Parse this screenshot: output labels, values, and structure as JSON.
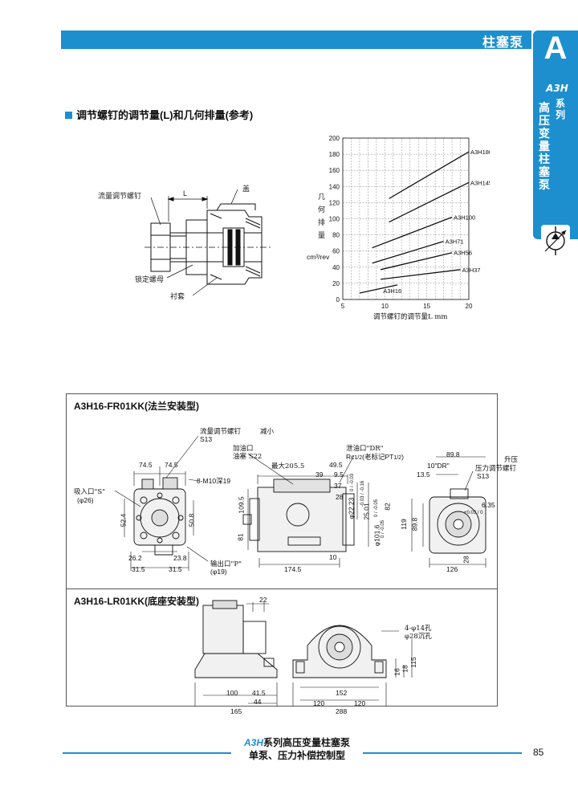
{
  "header": {
    "title": "柱塞泵",
    "tab_letter": "A"
  },
  "side_tab": {
    "line1": "系列",
    "chars": [
      "高",
      "压",
      "变",
      "量",
      "柱",
      "塞",
      "泵"
    ],
    "logo_text": "A3H"
  },
  "section": {
    "title": "调节螺钉的调节量(L)和几何排量(参考)"
  },
  "adjust_diagram": {
    "flow_screw": "流量调节螺钉",
    "cover": "盖",
    "lock_nut": "锁定螺母",
    "bushing": "衬套",
    "dim_L": "L"
  },
  "chart_data": {
    "type": "line",
    "title": "",
    "xlabel": "调节螺钉的调节量L   mm",
    "ylabel": "几何排量",
    "yunit": "cm³/rev",
    "xlim": [
      5,
      20
    ],
    "ylim": [
      0,
      200
    ],
    "xticks": [
      5,
      10,
      15,
      20
    ],
    "yticks": [
      0,
      20,
      40,
      60,
      80,
      100,
      120,
      140,
      160,
      180,
      200
    ],
    "grid": true,
    "series": [
      {
        "name": "A3H180",
        "x": [
          10.5,
          20
        ],
        "y": [
          125,
          183
        ]
      },
      {
        "name": "A3H145",
        "x": [
          10.5,
          20
        ],
        "y": [
          96,
          145
        ]
      },
      {
        "name": "A3H100",
        "x": [
          8.5,
          18
        ],
        "y": [
          64,
          102
        ]
      },
      {
        "name": "A3H71",
        "x": [
          8.5,
          17
        ],
        "y": [
          45,
          72
        ]
      },
      {
        "name": "A3H56",
        "x": [
          9.5,
          18
        ],
        "y": [
          37,
          58
        ]
      },
      {
        "name": "A3H37",
        "x": [
          9.5,
          19
        ],
        "y": [
          25,
          37
        ]
      },
      {
        "name": "A3H16",
        "x": [
          7,
          11.5
        ],
        "y": [
          8,
          18
        ]
      }
    ]
  },
  "drawing1": {
    "title": "A3H16-FR01KK",
    "title_suffix": "(法兰安装型)",
    "labels": {
      "flow_screw": "流量调节螺钉",
      "s13a": "S13",
      "decrease": "减小",
      "oil_inlet": "加油口",
      "oil_plug": "油塞 S22",
      "drain": "泄油口\"DR\"",
      "drain_rc": "Rc",
      "drain_rc_frac": "1/2",
      "drain_note": "(老标记PT",
      "drain_note_frac": "1/2",
      "drain_note_end": ")",
      "rise": "升压",
      "pressure_screw": "压力调节螺钉",
      "s13b": "S13",
      "suction": "吸入口\"S\"",
      "suction_d": "(φ26)",
      "bolt": "8-M10深19",
      "outlet": "输出口\"P\"",
      "outlet_d": "(φ19)",
      "dr_10": "10\"DR\""
    },
    "dims": {
      "d74a": "74.5",
      "d74b": "74.5",
      "d52": "52.4",
      "d50": "50.8",
      "d26": "26.2",
      "d23": "23.8",
      "d31a": "31.5",
      "d31b": "31.5",
      "max": "最大205.5",
      "d49": "49.5",
      "d39": "39",
      "d9": "9.5",
      "d37": "37",
      "d37tol": "0 / -0.03",
      "d28": "28",
      "d22": "φ22.23",
      "d22tol": "-0.03 / -0.16",
      "d25": "25.01",
      "d25tol": "0 / -0.05",
      "d101": "φ101.6",
      "d101tol": "0 / -0.05",
      "d82": "82",
      "d109": "109.5",
      "d81": "81",
      "d10": "10",
      "d174": "174.5",
      "d89": "89.8",
      "d13": "13.5",
      "d119": "119",
      "d89v": "89.8",
      "d6": "6.35",
      "d6tol": "+0.03 / 0",
      "d28b": "28",
      "d126": "126"
    }
  },
  "drawing2": {
    "title": "A3H16-LR01KK",
    "title_suffix": "(底座安装型)",
    "labels": {
      "holes": "4-φ14孔",
      "counter": "φ28沉孔"
    },
    "dims": {
      "d22": "22",
      "d100": "100",
      "d41": "41.5",
      "d44": "44",
      "d165": "165",
      "d152": "152",
      "d120a": "120",
      "d120b": "120",
      "d288": "288",
      "d16": "16",
      "d18": "18",
      "d115": "115"
    }
  },
  "footer": {
    "line1": "系列高压变量柱塞泵",
    "line2": "单泵、压力补偿控制型",
    "logo_text": "A3H",
    "page": "85"
  },
  "colors": {
    "accent": "#1d8fcf"
  }
}
